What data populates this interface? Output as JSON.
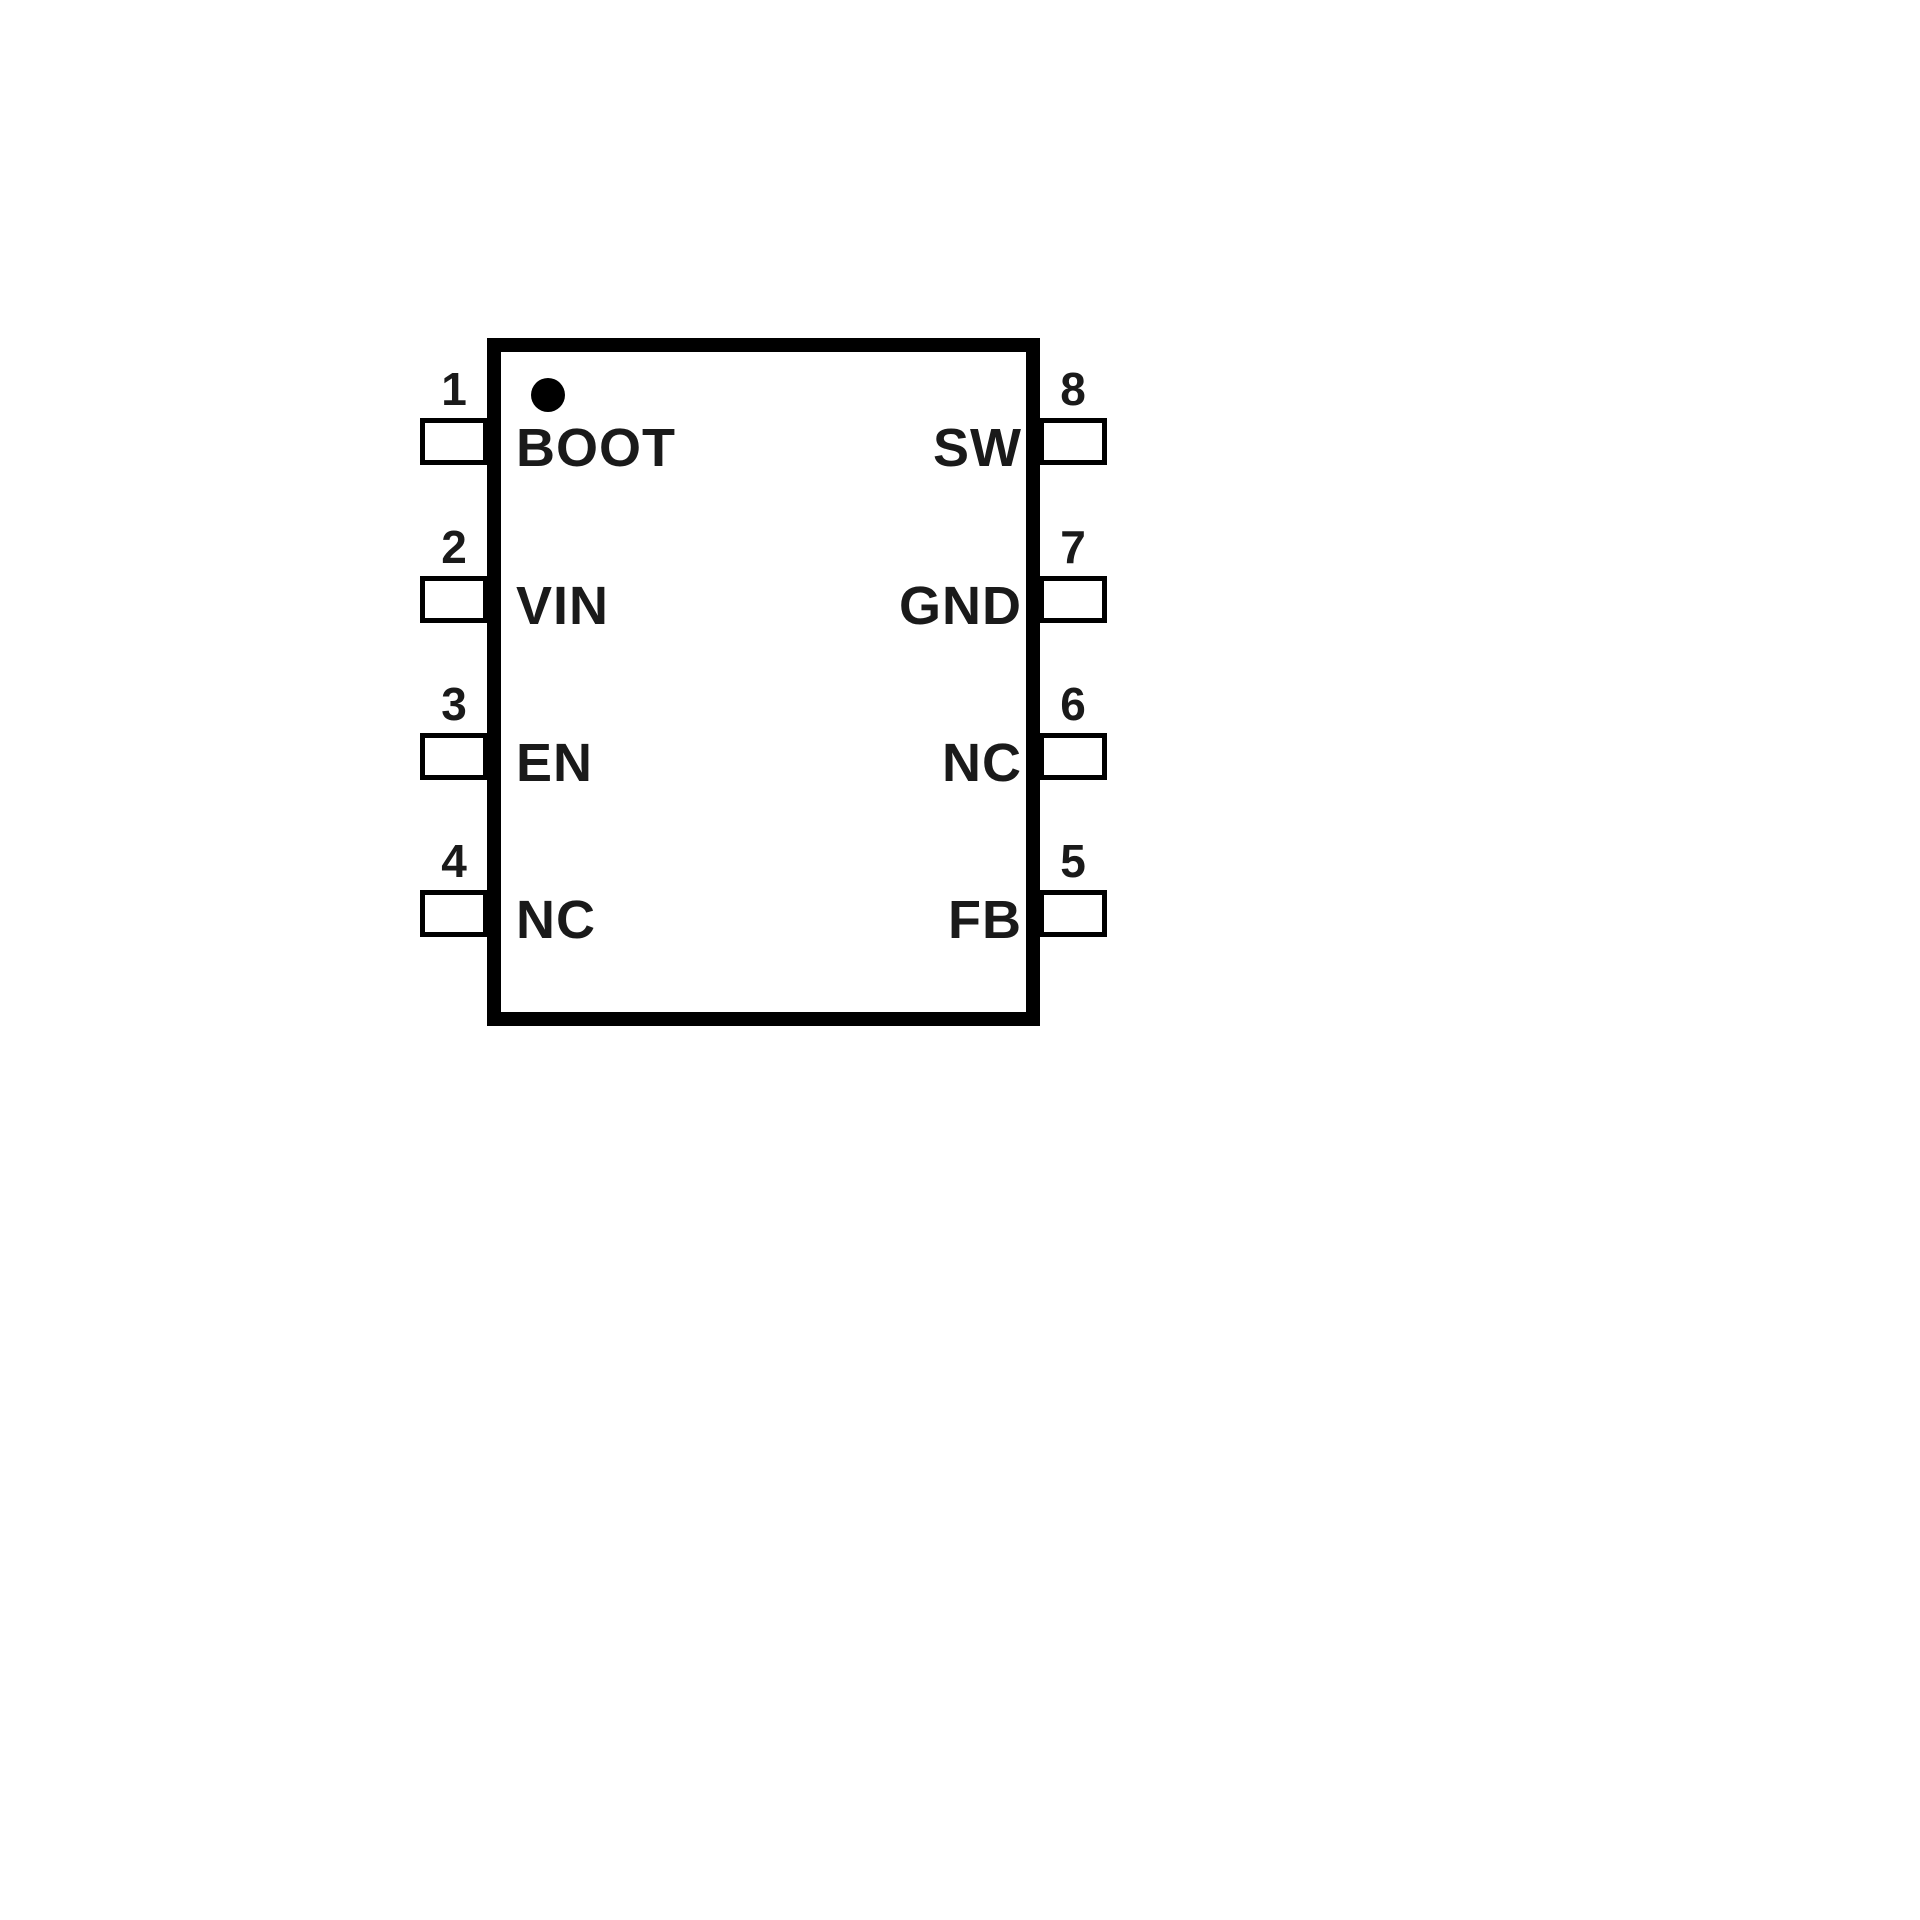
{
  "diagram": {
    "type": "ic-pinout",
    "package_pins": 8,
    "colors": {
      "outline": "#000000",
      "background": "#ffffff",
      "text": "#1a1a1a"
    },
    "pin1_indicator": "filled-dot",
    "left_pins": [
      {
        "number": "1",
        "label": "BOOT"
      },
      {
        "number": "2",
        "label": "VIN"
      },
      {
        "number": "3",
        "label": "EN"
      },
      {
        "number": "4",
        "label": "NC"
      }
    ],
    "right_pins": [
      {
        "number": "8",
        "label": "SW"
      },
      {
        "number": "7",
        "label": "GND"
      },
      {
        "number": "6",
        "label": "NC"
      },
      {
        "number": "5",
        "label": "FB"
      }
    ]
  }
}
